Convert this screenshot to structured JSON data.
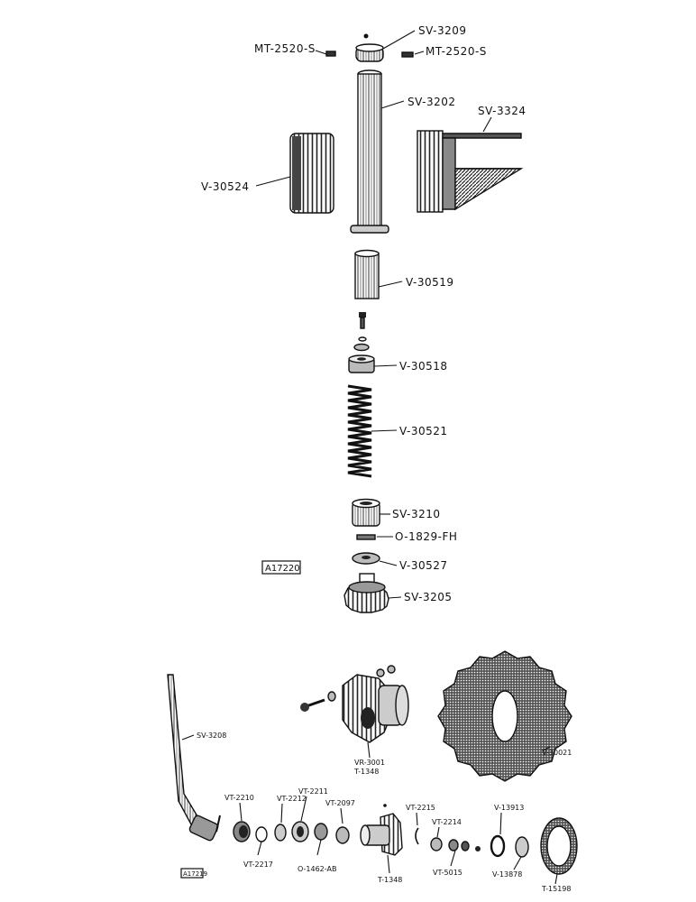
{
  "upper_assembly": {
    "figure_code": "A17220",
    "labels": {
      "sv3209": "SV-3209",
      "mt_left": "MT-2520-S",
      "mt_right": "MT-2520-S",
      "sv3202": "SV-3202",
      "sv3324": "SV-3324",
      "v30524": "V-30524",
      "v30519": "V-30519",
      "v30518": "V-30518",
      "v30521": "V-30521",
      "sv3210": "SV-3210",
      "o1829": "O-1829-FH",
      "v30527": "V-30527",
      "sv3205": "SV-3205"
    }
  },
  "lower_assembly": {
    "figure_code": "A17219",
    "labels": {
      "sv3208": "SV-3208",
      "vr3001": "VR-3001",
      "t1348_hub": "T-1348",
      "v30021": "V-30021",
      "vt2210": "VT-2210",
      "vt2212": "VT-2212",
      "vt2211": "VT-2211",
      "vt2097": "VT-2097",
      "vt2217": "VT-2217",
      "o1462": "O-1462-AB",
      "t1348": "T-1348",
      "vt2215": "VT-2215",
      "vt2214": "VT-2214",
      "vt5015": "VT-5015",
      "v13913": "V-13913",
      "v13878": "V-13878",
      "t15198": "T-15198"
    }
  }
}
